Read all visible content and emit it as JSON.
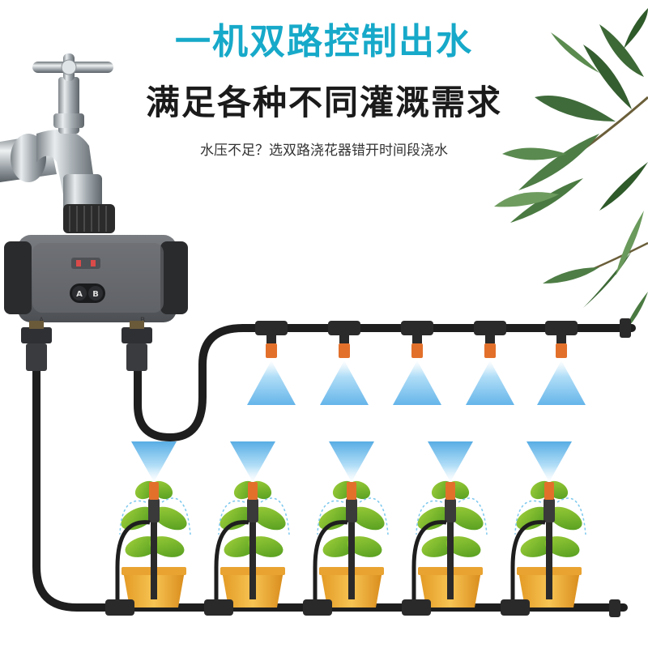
{
  "headline": {
    "line1": "一机双路控制出水",
    "line2": "满足各种不同灌溉需求"
  },
  "subheadline": "水压不足？选双路浇花器错开时间段浇水",
  "controller": {
    "button_a": "A",
    "button_b": "B",
    "port_a": "A",
    "port_b": "B"
  },
  "colors": {
    "headline_accent": "#17a9c9",
    "headline_dark": "#1b1b1b",
    "hose": "#1e1e1e",
    "controller_body": "#5c5f63",
    "dripper_orange": "#e2702b",
    "pot": "#f3b642",
    "spray_blue": "#8fd0f2"
  },
  "icons": [
    "water-faucet",
    "leaf-branch",
    "mist-nozzle",
    "drip-stake",
    "potted-plant"
  ]
}
